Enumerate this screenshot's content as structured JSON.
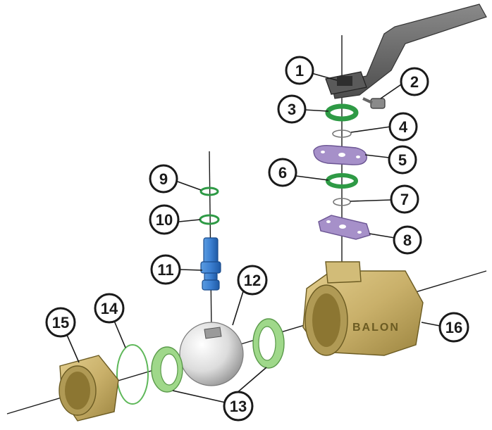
{
  "callouts": [
    {
      "id": "c1",
      "label": "1"
    },
    {
      "id": "c2",
      "label": "2"
    },
    {
      "id": "c3",
      "label": "3"
    },
    {
      "id": "c4",
      "label": "4"
    },
    {
      "id": "c5",
      "label": "5"
    },
    {
      "id": "c6",
      "label": "6"
    },
    {
      "id": "c7",
      "label": "7"
    },
    {
      "id": "c8",
      "label": "8"
    },
    {
      "id": "c9",
      "label": "9"
    },
    {
      "id": "c10",
      "label": "10"
    },
    {
      "id": "c11",
      "label": "11"
    },
    {
      "id": "c12",
      "label": "12"
    },
    {
      "id": "c13",
      "label": "13"
    },
    {
      "id": "c14",
      "label": "14"
    },
    {
      "id": "c15",
      "label": "15"
    },
    {
      "id": "c16",
      "label": "16"
    }
  ],
  "body_brand": "BALON",
  "colors": {
    "brass": "#c9b06a",
    "brass_dark": "#8c7632",
    "handle": "#6e6e6e",
    "green_ring": "#2e9a45",
    "light_green": "#9fd88a",
    "purple_plate": "#a690c9",
    "blue_stem": "#3b7fd1",
    "ball": "#e4e4e4"
  }
}
